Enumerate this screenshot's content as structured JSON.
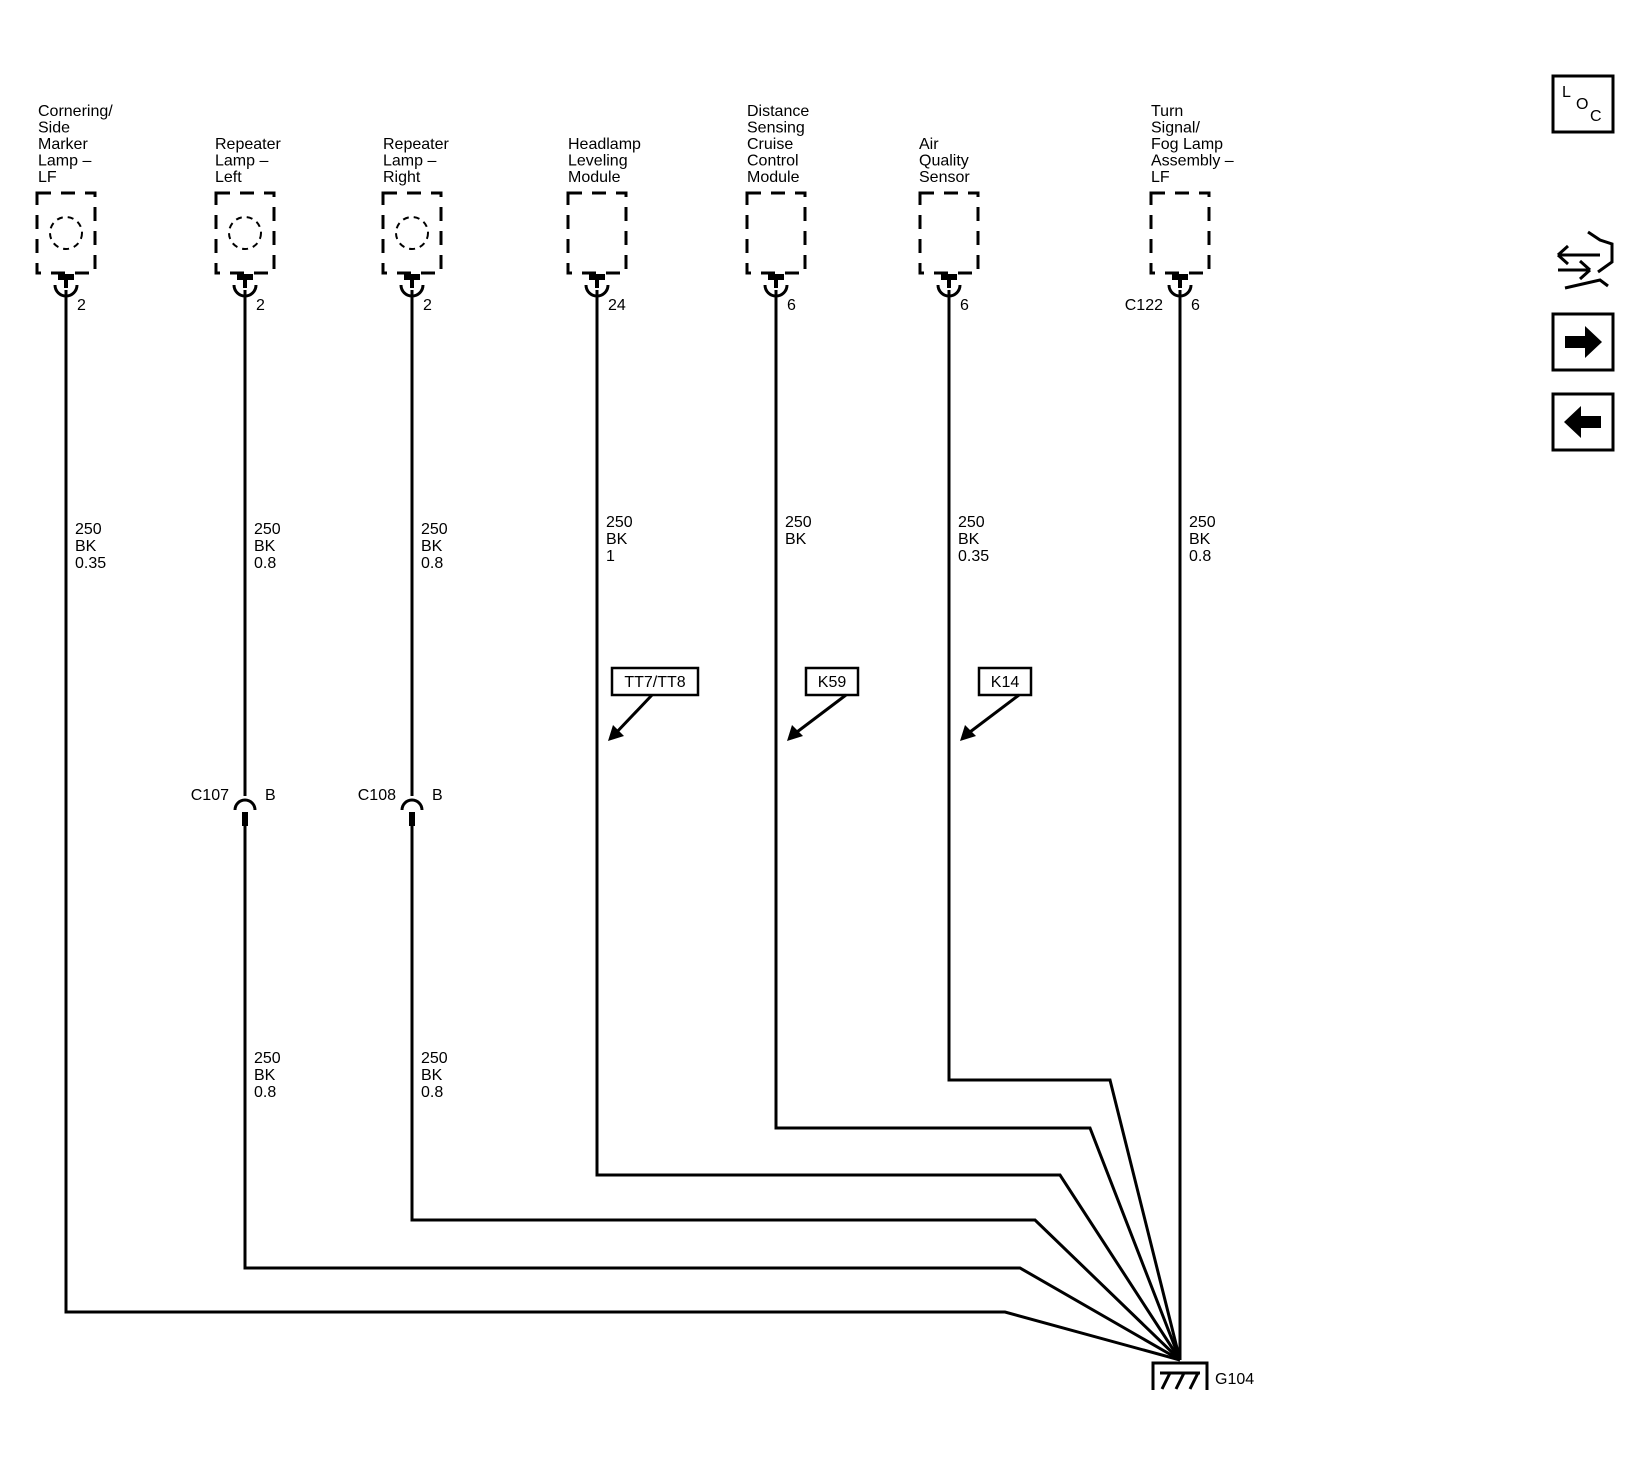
{
  "components": [
    {
      "label_lines": [
        "Cornering/",
        "Side",
        "Marker",
        "Lamp –",
        "LF"
      ],
      "pin": "2",
      "connector": "",
      "has_bulb": true,
      "wire": [
        "250",
        "BK",
        "0.35"
      ]
    },
    {
      "label_lines": [
        "Repeater",
        "Lamp –",
        "Left"
      ],
      "pin": "2",
      "connector": "",
      "has_bulb": true,
      "wire": [
        "250",
        "BK",
        "0.8"
      ],
      "inline": {
        "connector": "C107",
        "pin": "B",
        "wire": [
          "250",
          "BK",
          "0.8"
        ]
      }
    },
    {
      "label_lines": [
        "Repeater",
        "Lamp –",
        "Right"
      ],
      "pin": "2",
      "connector": "",
      "has_bulb": true,
      "wire": [
        "250",
        "BK",
        "0.8"
      ],
      "inline": {
        "connector": "C108",
        "pin": "B",
        "wire": [
          "250",
          "BK",
          "0.8"
        ]
      }
    },
    {
      "label_lines": [
        "Headlamp",
        "Leveling",
        "Module"
      ],
      "pin": "24",
      "connector": "",
      "has_bulb": false,
      "wire": [
        "250",
        "BK",
        "1"
      ],
      "option": "TT7/TT8"
    },
    {
      "label_lines": [
        "Distance",
        "Sensing",
        "Cruise",
        "Control",
        "Module"
      ],
      "pin": "6",
      "connector": "",
      "has_bulb": false,
      "wire": [
        "250",
        "BK"
      ],
      "option": "K59"
    },
    {
      "label_lines": [
        "Air",
        "Quality",
        "Sensor"
      ],
      "pin": "6",
      "connector": "",
      "has_bulb": false,
      "wire": [
        "250",
        "BK",
        "0.35"
      ],
      "option": "K14"
    },
    {
      "label_lines": [
        "Turn",
        "Signal/",
        "Fog Lamp",
        "Assembly –",
        "LF"
      ],
      "pin": "6",
      "connector": "C122",
      "has_bulb": false,
      "wire": [
        "250",
        "BK",
        "0.8"
      ]
    }
  ],
  "ground": {
    "label": "G104"
  },
  "nav": {
    "loc_letters": [
      "L",
      "O",
      "C"
    ],
    "icons": [
      "component-locator-icon",
      "exchange-wrench-icon",
      "next-arrow-icon",
      "previous-arrow-icon"
    ]
  }
}
